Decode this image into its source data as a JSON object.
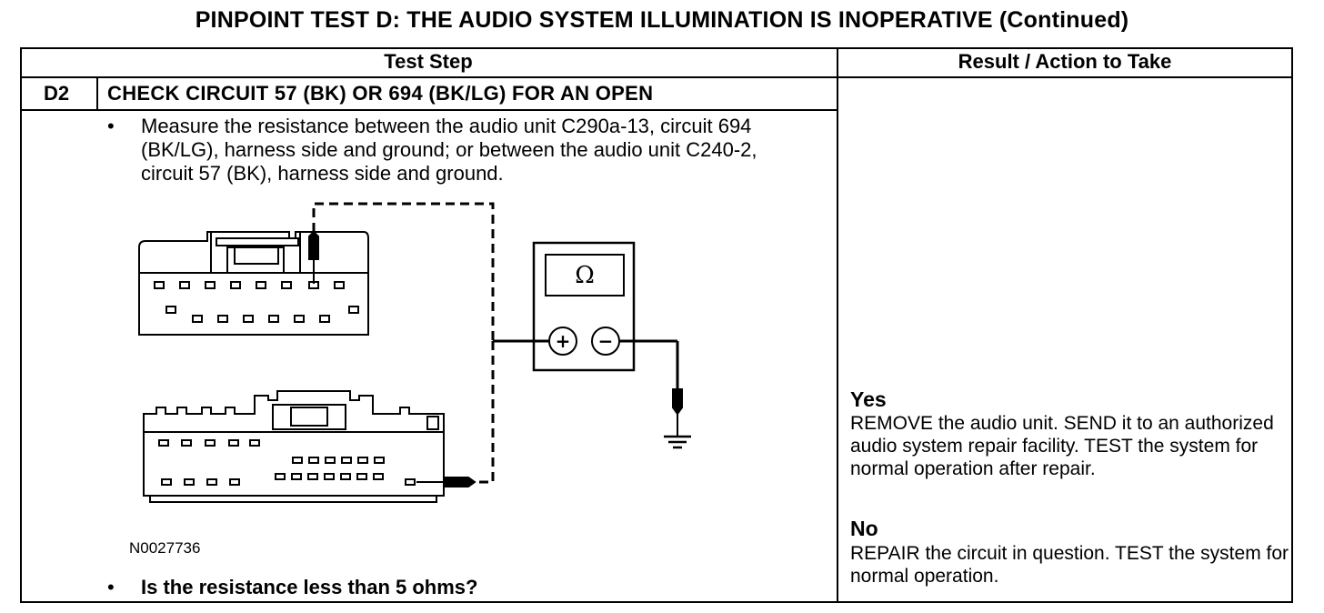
{
  "title": "PINPOINT TEST D: THE AUDIO SYSTEM ILLUMINATION IS INOPERATIVE (Continued)",
  "table": {
    "headers": {
      "test_step": "Test Step",
      "result": "Result / Action to Take"
    },
    "step": {
      "id": "D2",
      "title": "CHECK CIRCUIT 57 (BK) OR 694 (BK/LG) FOR AN OPEN",
      "bullet": "•",
      "instruction": "Measure the resistance between the audio unit C290a-13, circuit 694 (BK/LG), harness side and ground; or between the audio unit C240-2, circuit 57 (BK), harness side and ground.",
      "figure_id": "N0027736",
      "question": "Is the resistance less than 5 ohms?"
    },
    "results": [
      {
        "label": "Yes",
        "action": "REMOVE the audio unit. SEND it to an authorized audio system repair facility. TEST the system for normal operation after repair."
      },
      {
        "label": "No",
        "action": "REPAIR the circuit in question. TEST the system for normal operation."
      }
    ]
  },
  "meter": {
    "symbol": "Ω",
    "plus": "+",
    "minus": "−"
  }
}
